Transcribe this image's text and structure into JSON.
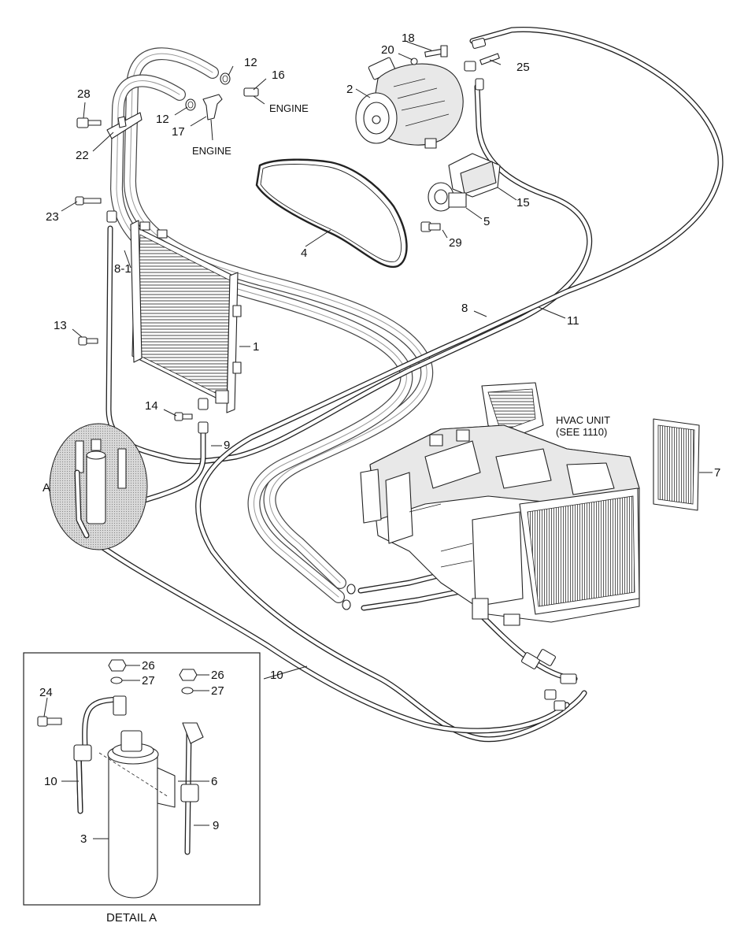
{
  "callouts": {
    "p1": "1",
    "p2": "2",
    "p4": "4",
    "p5": "5",
    "p7": "7",
    "p8": "8",
    "p8_1": "8-1",
    "p9": "9",
    "p10": "10",
    "p11": "11",
    "p12a": "12",
    "p12b": "12",
    "p13": "13",
    "p14": "14",
    "p15": "15",
    "p16": "16",
    "p17": "17",
    "p18": "18",
    "p20": "20",
    "p22": "22",
    "p23": "23",
    "p25": "25",
    "p28": "28",
    "p29": "29"
  },
  "engine_labels": [
    "ENGINE",
    "ENGINE"
  ],
  "hvac_unit": {
    "line1": "HVAC UNIT",
    "line2": "(SEE 1110)"
  },
  "detail_marker": "A",
  "detail_a": {
    "title": "DETAIL A",
    "callouts": {
      "p26a": "26",
      "p27a": "27",
      "p26b": "26",
      "p27b": "27",
      "p24": "24",
      "p10": "10",
      "p6": "6",
      "p9": "9",
      "p3": "3"
    }
  }
}
